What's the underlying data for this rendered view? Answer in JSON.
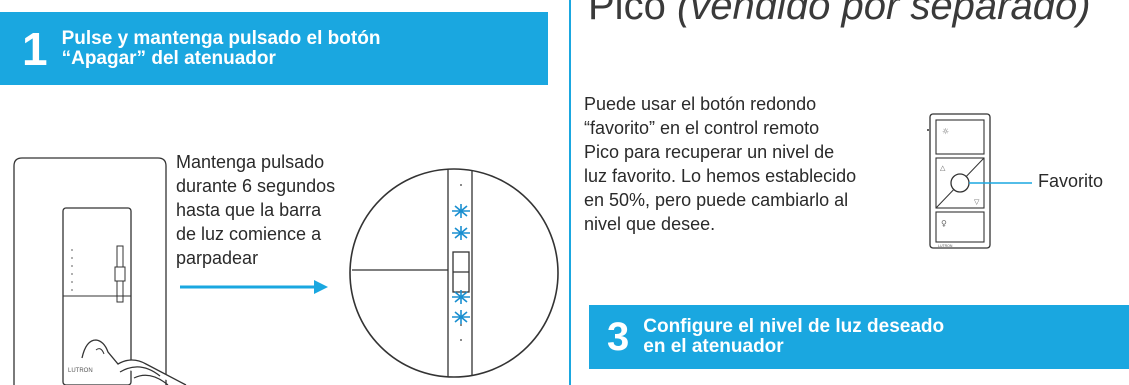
{
  "step1": {
    "number": "1",
    "title_line1": "Pulse y mantenga pulsado el botón",
    "title_line2": "“Apagar” del atenuador"
  },
  "left_instructions": [
    "Mantenga pulsado",
    "durante 6 segundos",
    "hasta que la barra",
    "de luz comience a",
    "parpadear"
  ],
  "pico": {
    "title_normal": "Pico",
    "title_italic": "(vendido por separado)",
    "description": [
      "Puede usar el botón redondo",
      "“favorito” en el control remoto",
      "Pico para recuperar un nivel de",
      "luz favorito. Lo hemos establecido",
      "en 50%, pero puede cambiarlo al",
      "nivel que desee."
    ],
    "callout": "Favorito",
    "brand": "LUTRON"
  },
  "dimmer_brand": "LUTRON",
  "step3": {
    "number": "3",
    "title_line1": "Configure el nivel de luz deseado",
    "title_line2": "en el atenuador"
  },
  "colors": {
    "accent": "#1aa7e0",
    "sparkle": "#1a8fd0"
  }
}
